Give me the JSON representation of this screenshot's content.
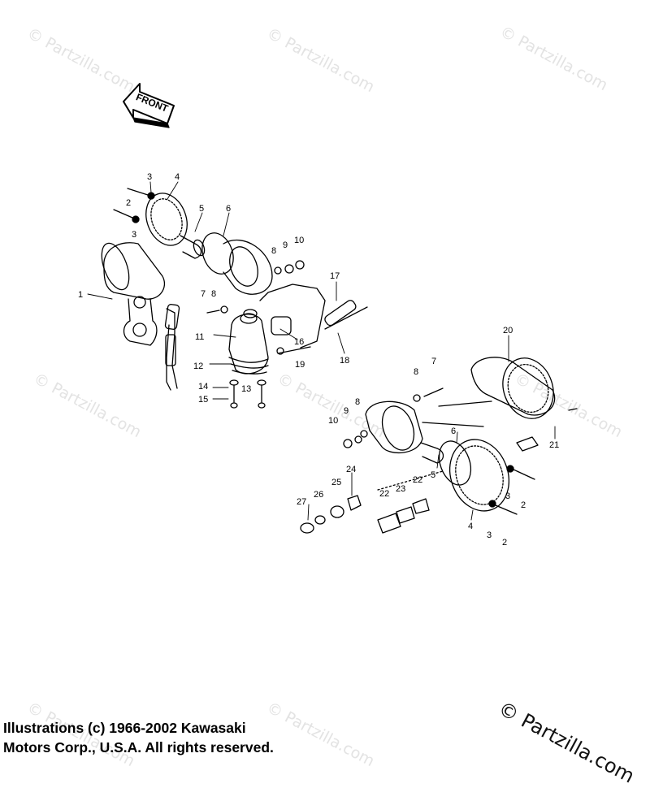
{
  "watermark": {
    "text": "© Partzilla.com"
  },
  "front_arrow": {
    "label": "FRONT"
  },
  "callouts": [
    "1",
    "2",
    "3",
    "4",
    "5",
    "6",
    "7",
    "8",
    "9",
    "10",
    "11",
    "12",
    "13",
    "14",
    "15",
    "16",
    "17",
    "18",
    "19",
    "20",
    "21",
    "22",
    "23",
    "24",
    "25",
    "26",
    "27"
  ],
  "footer": {
    "line1": "Illustrations (c) 1966-2002 Kawasaki",
    "line2": "Motors Corp., U.S.A.  All rights reserved.",
    "corner_watermark": "© Partzilla.com"
  }
}
